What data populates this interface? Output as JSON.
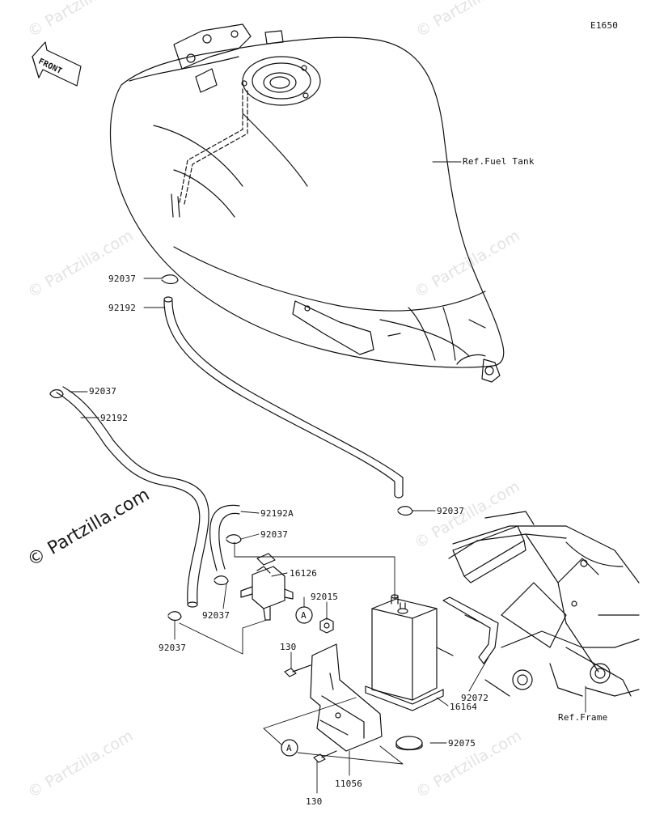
{
  "diagram_code": "E1650",
  "front_label": "FRONT",
  "watermark_text": "© Partzilla.com",
  "labels": {
    "ref_fuel_tank": "Ref.Fuel Tank",
    "ref_frame": "Ref.Frame",
    "clamp_92037": "92037",
    "hose_92192": "92192",
    "hose_92192A": "92192A",
    "valve_16126": "16126",
    "nut_92015": "92015",
    "bolt_130": "130",
    "bracket_92072": "92072",
    "canister_16164": "16164",
    "bracket_11056": "11056",
    "cap_92075": "92075",
    "ref_a": "A"
  }
}
